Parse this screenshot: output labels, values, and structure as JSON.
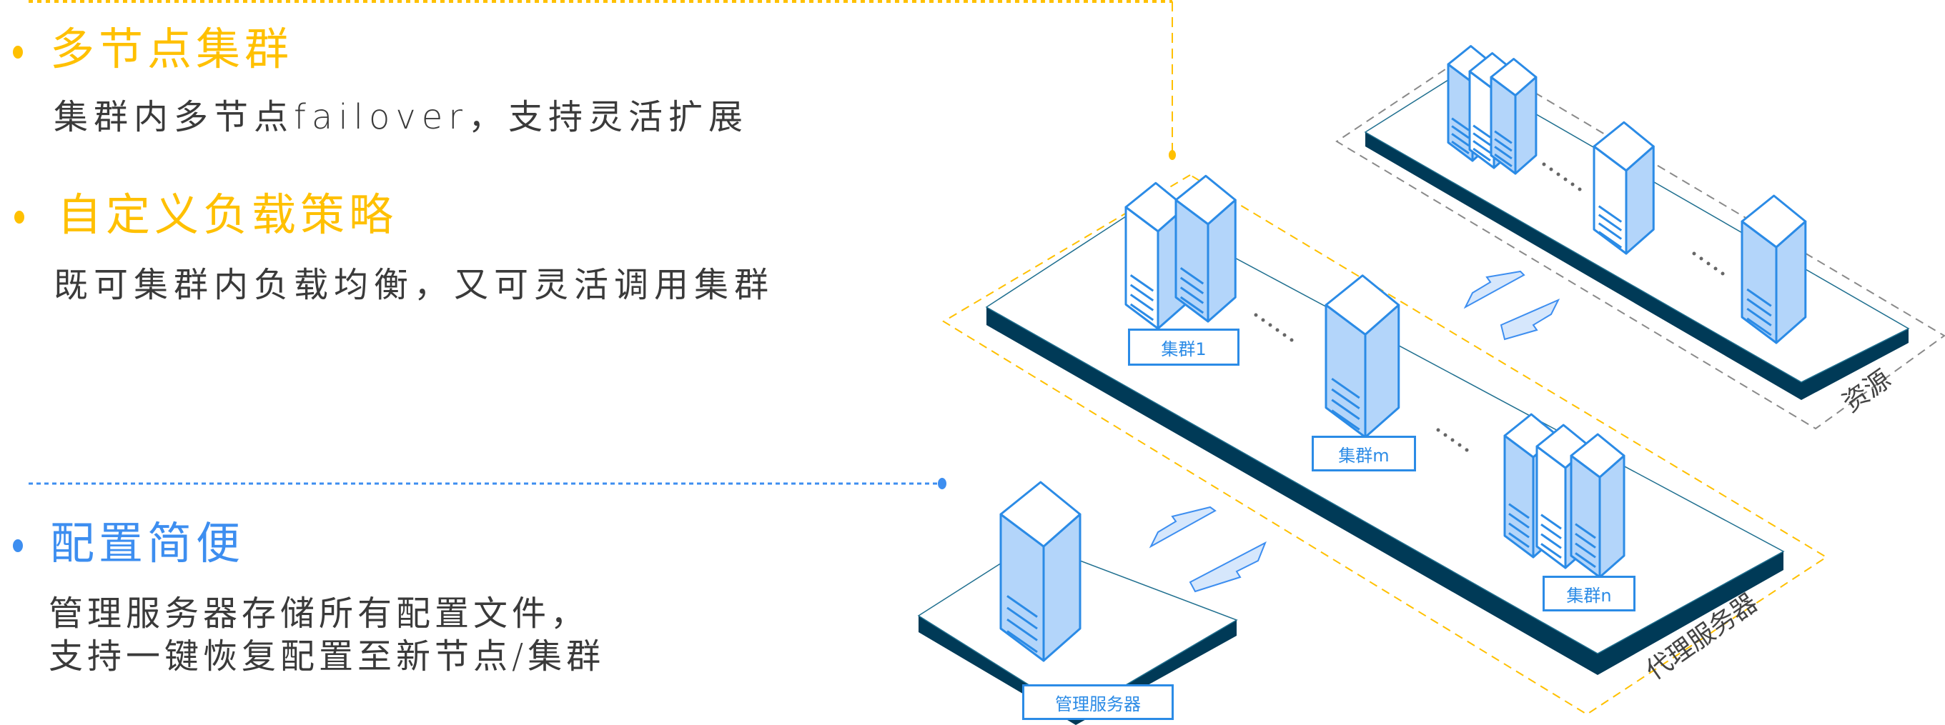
{
  "colors": {
    "yellow": "#ffc000",
    "blue": "#3d8ef0",
    "text": "#3a3a3a",
    "server_fill": "#b3d5fa",
    "server_stroke": "#2b8be6",
    "platform_dark": "#003a57",
    "dashed_gray": "#8a8a8a"
  },
  "features": [
    {
      "title": "多节点集群",
      "lines": [
        "集群内多节点failover，支持灵活扩展"
      ],
      "color": "#ffc000"
    },
    {
      "title": "自定义负载策略",
      "lines": [
        "既可集群内负载均衡，又可灵活调用集群"
      ],
      "color": "#ffc000"
    },
    {
      "title": "配置简便",
      "lines": [
        "管理服务器存储所有配置文件，",
        "支持一键恢复配置至新节点/集群"
      ],
      "color": "#3d8ef0"
    }
  ],
  "diagram": {
    "clusters": [
      "集群1",
      "集群m",
      "集群n"
    ],
    "management_label": "管理服务器",
    "proxy_label": "代理服务器",
    "resource_label": "资源",
    "ellipsis": "......"
  }
}
